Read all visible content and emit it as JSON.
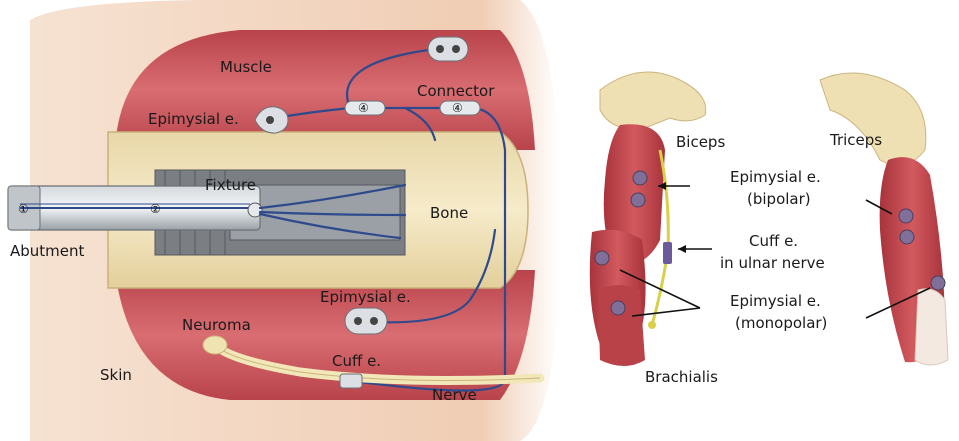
{
  "left_panel": {
    "labels": {
      "muscle": "Muscle",
      "epimysial_top": "Epimysial e.",
      "connector": "Connector",
      "fixture": "Fixture",
      "bone": "Bone",
      "abutment": "Abutment",
      "epimysial_bottom": "Epimysial e.",
      "neuroma": "Neuroma",
      "cuff": "Cuff e.",
      "skin": "Skin",
      "nerve": "Nerve"
    },
    "numbers": {
      "n1": "①",
      "n2": "②",
      "n4a": "④",
      "n4b": "④"
    }
  },
  "right_panel": {
    "labels": {
      "biceps": "Biceps",
      "triceps": "Triceps",
      "epi_bipolar_1": "Epimysial e.",
      "epi_bipolar_2": "(bipolar)",
      "cuff_1": "Cuff e.",
      "cuff_2": "in ulnar nerve",
      "epi_mono_1": "Epimysial e.",
      "epi_mono_2": "(monopolar)",
      "brachialis": "Brachialis"
    }
  },
  "colors": {
    "muscle": "#c9545a",
    "bone": "#efe0b4",
    "skin": "#f2d1b8",
    "wire": "#2e4a8c",
    "implant": "#a9aeb4",
    "electrode": "#7f6f99"
  }
}
